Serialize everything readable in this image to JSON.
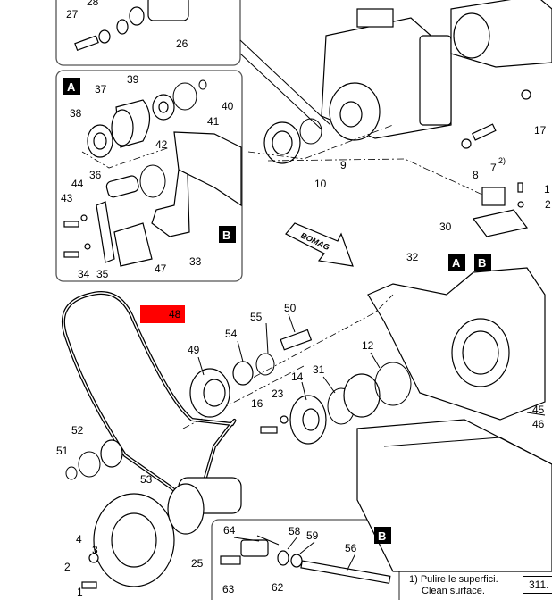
{
  "brand_arrow_text": "BOMAG",
  "highlighted_part": {
    "label": "48",
    "color": "#ff0000"
  },
  "callout_boxes": {
    "a": "A",
    "b": "B"
  },
  "labels": {
    "l27": "27",
    "l28": "28",
    "l26": "26",
    "l37": "37",
    "l39": "39",
    "l40": "40",
    "l41": "41",
    "l38": "38",
    "l42": "42",
    "l36": "36",
    "l44": "44",
    "l43": "43",
    "l33": "33",
    "l47": "47",
    "l34": "34",
    "l35": "35",
    "l9": "9",
    "l10": "10",
    "l17": "17",
    "l8": "8",
    "l7": "7",
    "l7sup": "2)",
    "l1": "1",
    "l2": "2",
    "l30": "30",
    "l32": "32",
    "l55": "55",
    "l50": "50",
    "l54": "54",
    "l49": "49",
    "l12": "12",
    "l31": "31",
    "l14": "14",
    "l23": "23",
    "l16": "16",
    "l45": "45",
    "l46": "46",
    "l52": "52",
    "l51": "51",
    "l53": "53",
    "l4": "4",
    "l3": "3",
    "l25": "25",
    "lb2": "2",
    "lb1": "1",
    "l64": "64",
    "l58": "58",
    "l59": "59",
    "l56": "56",
    "l63": "63",
    "l62": "62"
  },
  "note": {
    "line1": "1) Pulire le superfici.",
    "line2": "Clean surface."
  },
  "page_ref": "311."
}
